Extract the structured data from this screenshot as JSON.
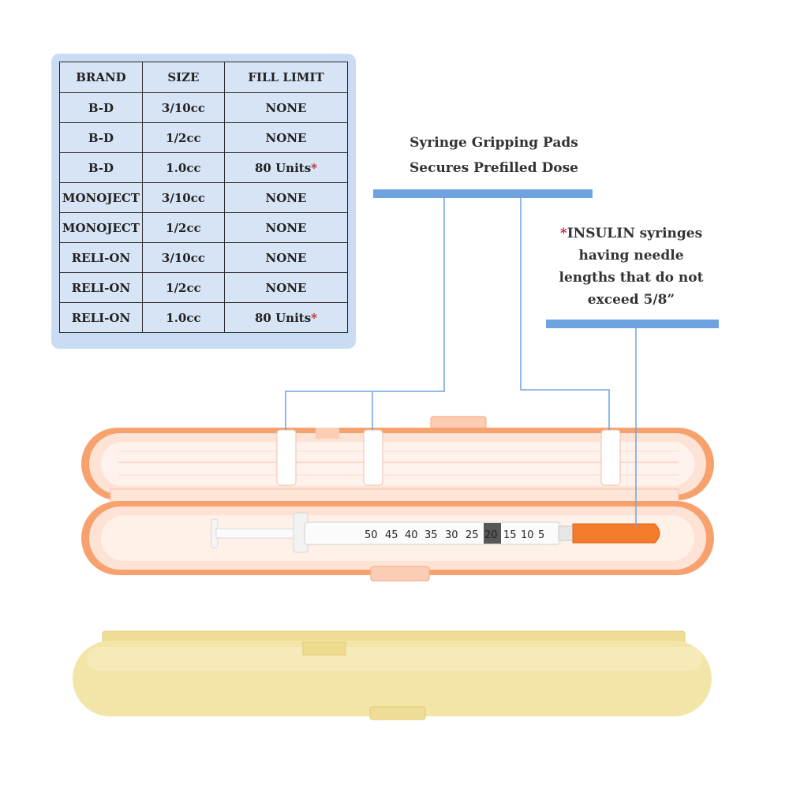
{
  "table": {
    "headers": [
      "BRAND",
      "SIZE",
      "FILL LIMIT"
    ],
    "rows": [
      {
        "brand": "B-D",
        "size": "3/10cc",
        "fill": "NONE",
        "star": ""
      },
      {
        "brand": "B-D",
        "size": "1/2cc",
        "fill": "NONE",
        "star": ""
      },
      {
        "brand": "B-D",
        "size": "1.0cc",
        "fill": "80 Units",
        "star": "*"
      },
      {
        "brand": "MONOJECT",
        "size": "3/10cc",
        "fill": "NONE",
        "star": ""
      },
      {
        "brand": "MONOJECT",
        "size": "1/2cc",
        "fill": "NONE",
        "star": ""
      },
      {
        "brand": "RELI-ON",
        "size": "3/10cc",
        "fill": "NONE",
        "star": ""
      },
      {
        "brand": "RELI-ON",
        "size": "1/2cc",
        "fill": "NONE",
        "star": ""
      },
      {
        "brand": "RELI-ON",
        "size": "1.0cc",
        "fill": "80 Units",
        "star": "*"
      }
    ]
  },
  "callout_pads": {
    "line1": "Syringe Gripping Pads",
    "line2": "Secures Prefilled Dose"
  },
  "callout_insulin": {
    "star": "*",
    "line1": "INSULIN syringes",
    "line2": "having needle",
    "line3": "lengths that do not",
    "line4": "exceed 5/8”"
  },
  "syringe_scale": [
    "5",
    "10",
    "15",
    "20",
    "25",
    "30",
    "35",
    "40",
    "45",
    "50"
  ],
  "colors": {
    "callout_blue": "#6fa3e0",
    "case_orange": "#f7a26e",
    "case_inner": "#fde3d6",
    "case_yellow": "#f3e5a7",
    "needle_cap": "#f47b2a",
    "star_red": "#c0282d"
  }
}
